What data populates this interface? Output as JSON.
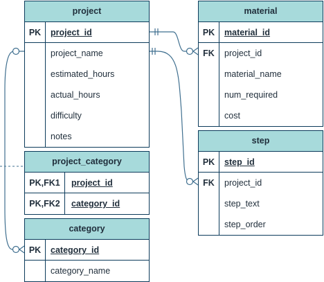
{
  "colors": {
    "header_fill": "#a7dadb",
    "border": "#0b3a5a",
    "connector": "#3f6f8f"
  },
  "tables": [
    {
      "id": "project",
      "name": "project",
      "columns": [
        {
          "key": "PK",
          "name": "project_id",
          "is_key": true
        },
        {
          "key": "",
          "name": "project_name",
          "is_key": false
        },
        {
          "key": "",
          "name": "estimated_hours",
          "is_key": false
        },
        {
          "key": "",
          "name": "actual_hours",
          "is_key": false
        },
        {
          "key": "",
          "name": "difficulty",
          "is_key": false
        },
        {
          "key": "",
          "name": "notes",
          "is_key": false
        }
      ]
    },
    {
      "id": "material",
      "name": "material",
      "columns": [
        {
          "key": "PK",
          "name": "material_id",
          "is_key": true
        },
        {
          "key": "FK",
          "name": "project_id",
          "is_key": false
        },
        {
          "key": "",
          "name": "material_name",
          "is_key": false
        },
        {
          "key": "",
          "name": "num_required",
          "is_key": false
        },
        {
          "key": "",
          "name": "cost",
          "is_key": false
        }
      ]
    },
    {
      "id": "step",
      "name": "step",
      "columns": [
        {
          "key": "PK",
          "name": "step_id",
          "is_key": true
        },
        {
          "key": "FK",
          "name": "project_id",
          "is_key": false
        },
        {
          "key": "",
          "name": "step_text",
          "is_key": false
        },
        {
          "key": "",
          "name": "step_order",
          "is_key": false
        }
      ]
    },
    {
      "id": "project_category",
      "name": "project_category",
      "columns": [
        {
          "key": "PK,FK1",
          "name": "project_id",
          "is_key": true
        },
        {
          "key": "PK,FK2",
          "name": "category_id",
          "is_key": true
        }
      ]
    },
    {
      "id": "category",
      "name": "category",
      "columns": [
        {
          "key": "PK",
          "name": "category_id",
          "is_key": true
        },
        {
          "key": "",
          "name": "category_name",
          "is_key": false
        }
      ]
    }
  ],
  "relationships": [
    {
      "from": "project.project_id",
      "to": "material.project_id",
      "from_cardinality": "one",
      "to_cardinality": "zero-or-many"
    },
    {
      "from": "project.project_id",
      "to": "step.project_id",
      "from_cardinality": "one",
      "to_cardinality": "zero-or-many"
    },
    {
      "from": "project.project_id",
      "to": "project_category.project_id",
      "from_cardinality": "one",
      "to_cardinality": "zero-or-many"
    },
    {
      "from": "category.category_id",
      "to": "project_category.category_id",
      "from_cardinality": "one",
      "to_cardinality": "zero-or-many"
    }
  ]
}
